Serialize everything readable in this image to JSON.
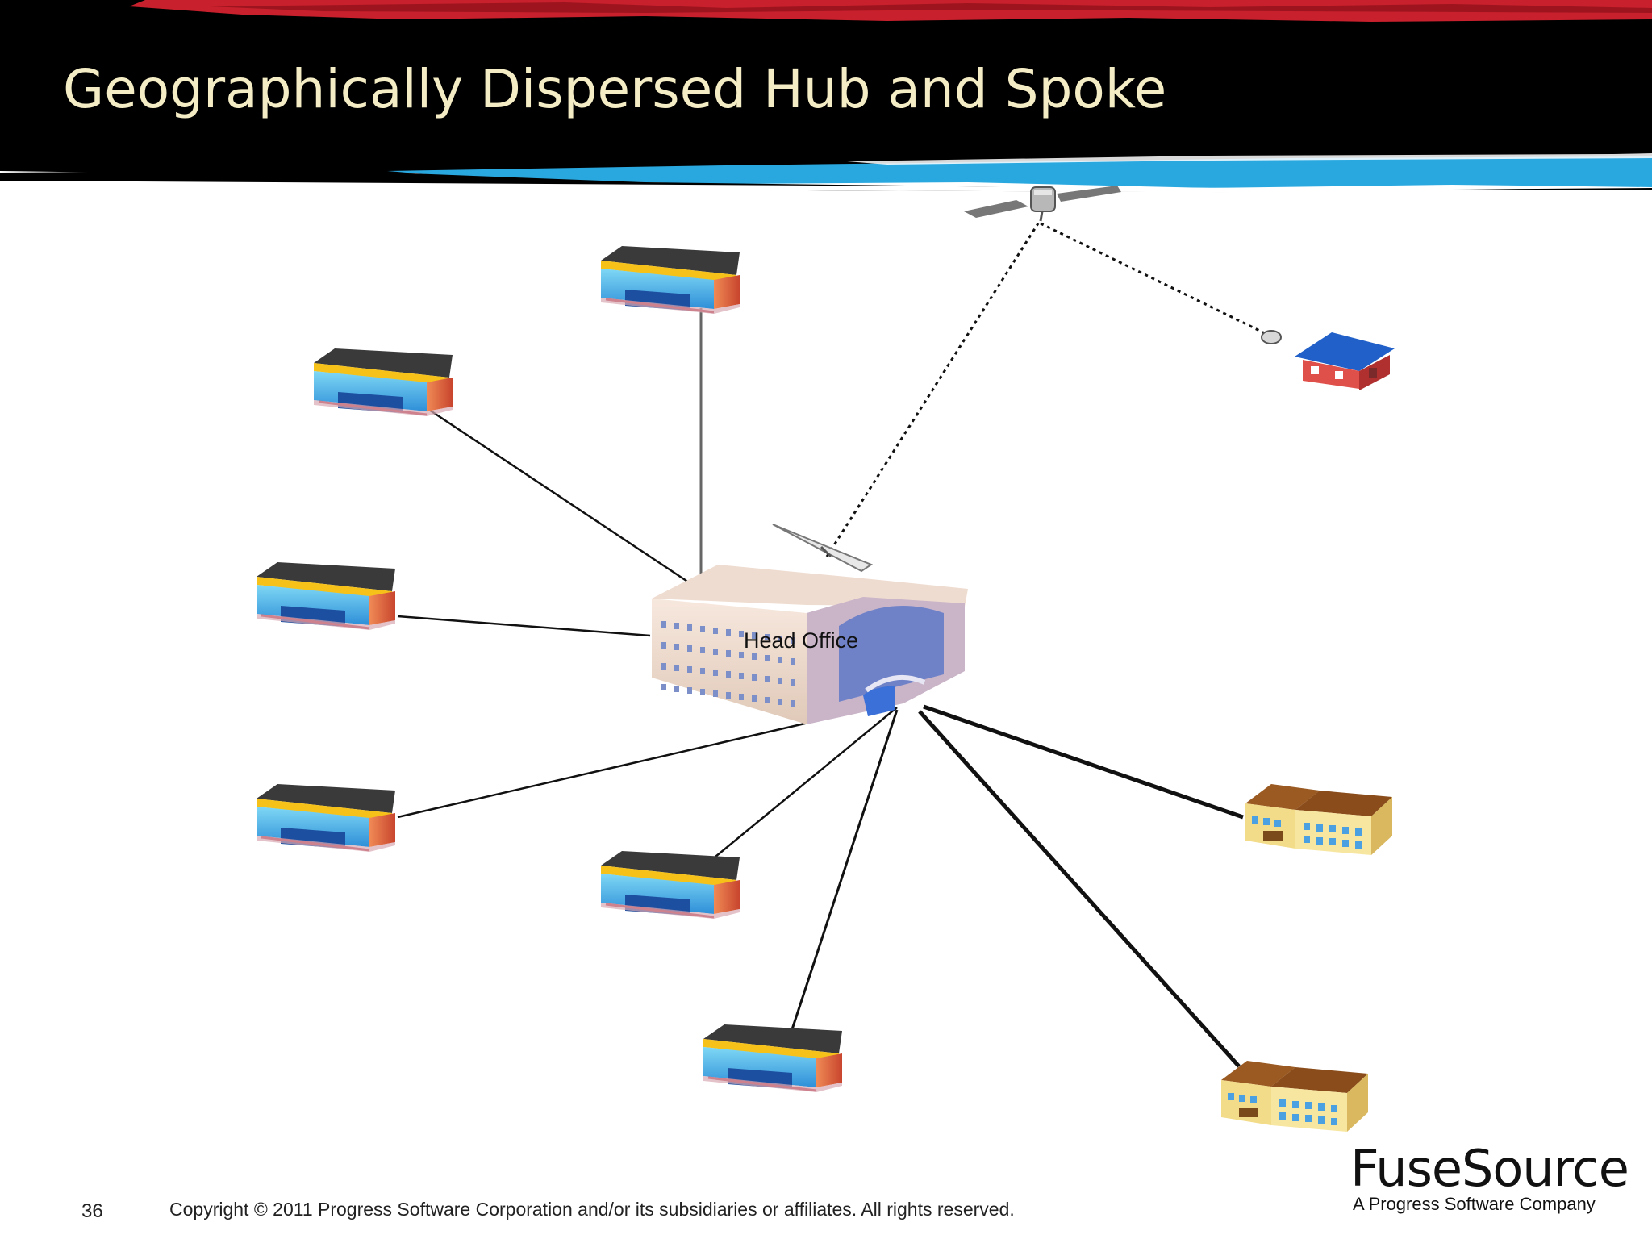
{
  "slide": {
    "title": "Geographically Dispersed Hub and Spoke",
    "page_number": "36",
    "copyright": "Copyright © 2011 Progress Software Corporation and/or its subsidiaries or affiliates. All rights reserved."
  },
  "logo": {
    "name": "FuseSource",
    "tagline": "A Progress Software Company"
  },
  "diagram": {
    "hub_label": "Head Office"
  },
  "colors": {
    "banner_black": "#000000",
    "banner_red": "#c8202c",
    "banner_blue": "#29a8e0",
    "title_text": "#f4ecc4"
  }
}
